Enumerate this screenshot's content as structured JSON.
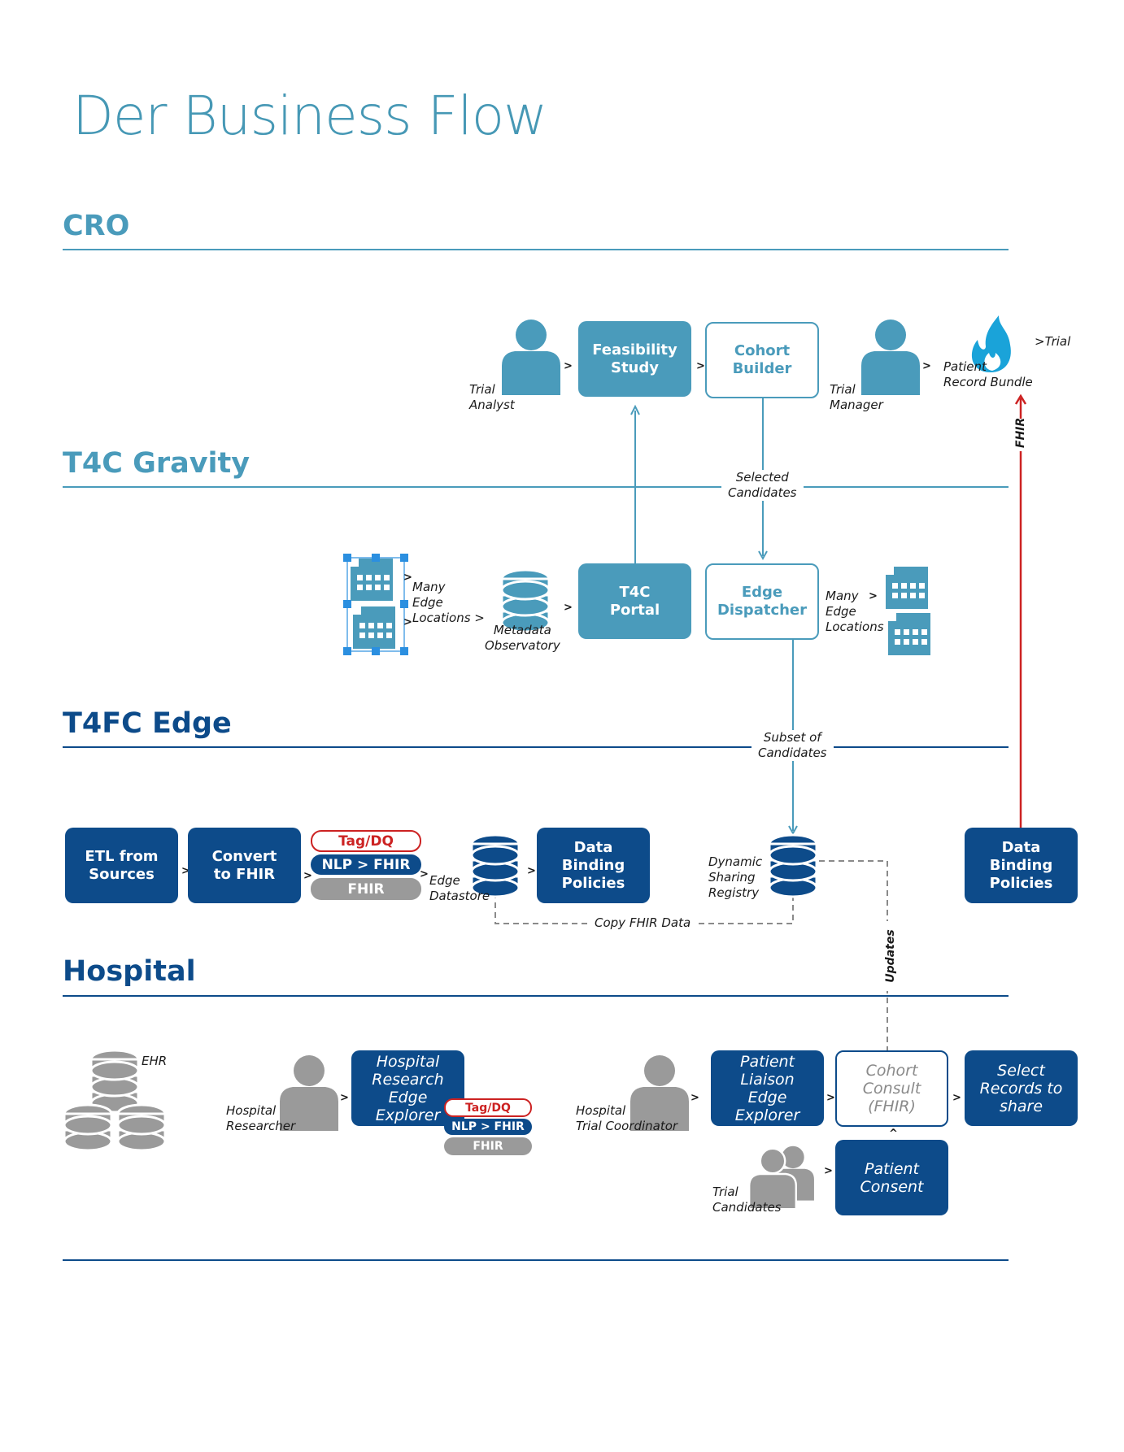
{
  "title": "Der Business Flow",
  "sections": {
    "cro": "CRO",
    "gravity": "T4C Gravity",
    "edge": "T4FC Edge",
    "hospital": "Hospital"
  },
  "cro": {
    "trial_analyst": [
      "Trial",
      "Analyst"
    ],
    "feasibility_study": [
      "Feasibility",
      "Study"
    ],
    "cohort_builder": [
      "Cohort",
      "Builder"
    ],
    "trial_manager": [
      "Trial",
      "Manager"
    ],
    "patient_record_bundle": [
      "Patient",
      "Record Bundle"
    ],
    "trial_tag": ">Trial",
    "fhir_link": "FHIR"
  },
  "gravity": {
    "selected_candidates": [
      "Selected",
      "Candidates"
    ],
    "many_edge_left": [
      "Many",
      "Edge",
      "Locations >"
    ],
    "metadata_observatory": [
      "Metadata",
      "Observatory"
    ],
    "t4c_portal": [
      "T4C",
      "Portal"
    ],
    "edge_dispatcher": [
      "Edge",
      "Dispatcher"
    ],
    "many_edge_right": [
      "Many",
      "Edge",
      "Locations"
    ]
  },
  "edge": {
    "subset_of_candidates": [
      "Subset of",
      "Candidates"
    ],
    "etl_from_sources": [
      "ETL from",
      "Sources"
    ],
    "convert_to_fhir": [
      "Convert",
      "to FHIR"
    ],
    "tag_dq": "Tag/DQ",
    "nlp_fhir": "NLP > FHIR",
    "fhir": "FHIR",
    "edge_datastore": [
      "Edge",
      "Datastore"
    ],
    "data_binding_policies_left": [
      "Data",
      "Binding",
      "Policies"
    ],
    "dynamic_sharing_registry": [
      "Dynamic",
      "Sharing",
      "Registry"
    ],
    "data_binding_policies_right": [
      "Data",
      "Binding",
      "Policies"
    ],
    "copy_fhir_data": "Copy FHIR Data",
    "updates": "Updates"
  },
  "hospital": {
    "ehr": "EHR",
    "hospital_researcher": [
      "Hospital",
      "Researcher"
    ],
    "research_edge_explorer": [
      "Hospital",
      "Research",
      "Edge",
      "Explorer"
    ],
    "tag_dq": "Tag/DQ",
    "nlp_fhir": "NLP > FHIR",
    "fhir": "FHIR",
    "trial_coordinator": [
      "Hospital",
      "Trial Coordinator"
    ],
    "patient_liaison_explorer": [
      "Patient",
      "Liaison",
      "Edge",
      "Explorer"
    ],
    "cohort_consult": [
      "Cohort",
      "Consult",
      "(FHIR)"
    ],
    "select_records": [
      "Select",
      "Records to",
      "share"
    ],
    "trial_candidates": [
      "Trial",
      "Candidates"
    ],
    "patient_consent": [
      "Patient",
      "Consent"
    ]
  },
  "colors": {
    "light_blue": "#4a9bbb",
    "dark_blue": "#0d4b8a",
    "grey": "#9a9a9a",
    "red": "#cc2222"
  },
  "icons": {
    "person": "person-icon",
    "database": "database-icon",
    "building": "building-icon",
    "flame": "fhir-flame-icon"
  }
}
